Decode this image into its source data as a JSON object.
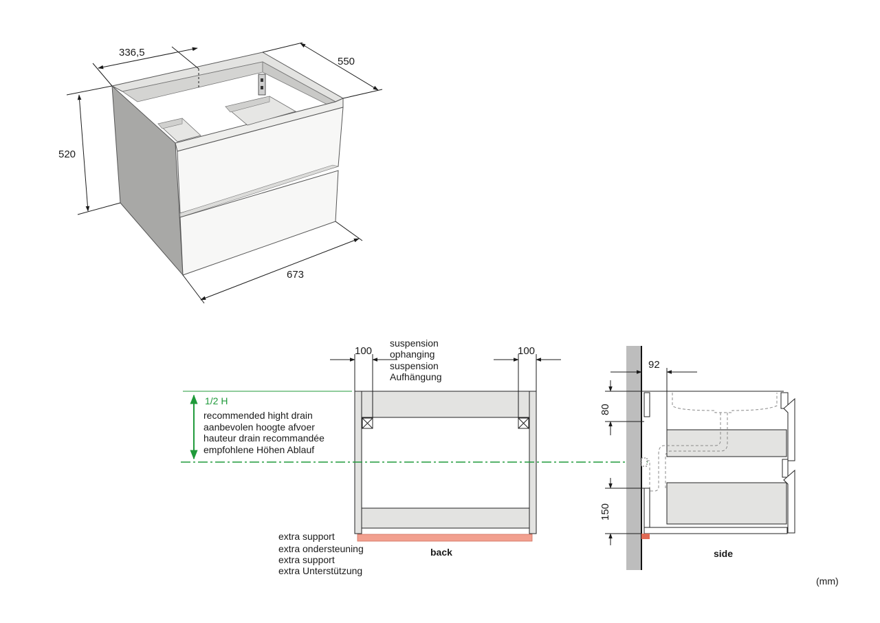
{
  "iso": {
    "dim_width": "673",
    "dim_depth": "550",
    "dim_height": "520",
    "dim_half": "336,5"
  },
  "back": {
    "dim_left": "100",
    "dim_right": "100",
    "suspension": [
      "suspension",
      "ophanging",
      "suspension",
      "Aufhängung"
    ],
    "drain_ratio": "1/2 H",
    "drain": [
      "recommended hight drain",
      "aanbevolen hoogte afvoer",
      "hauteur drain recommandée",
      "empfohlene Höhen Ablauf"
    ],
    "support": [
      "extra support",
      "extra ondersteuning",
      "extra support",
      "extra Unterstützung"
    ],
    "label": "back"
  },
  "side": {
    "dim_top": "92",
    "dim_80": "80",
    "dim_150": "150",
    "label": "side"
  },
  "unit": "(mm)",
  "colors": {
    "panel_fill": "#e3e3e1",
    "side_dark": "#a8a8a6",
    "wall": "#bdbdbd",
    "drain_line": "#1f9a3a",
    "support_bar": "#f2a08f",
    "bracket": "#e06a55"
  }
}
